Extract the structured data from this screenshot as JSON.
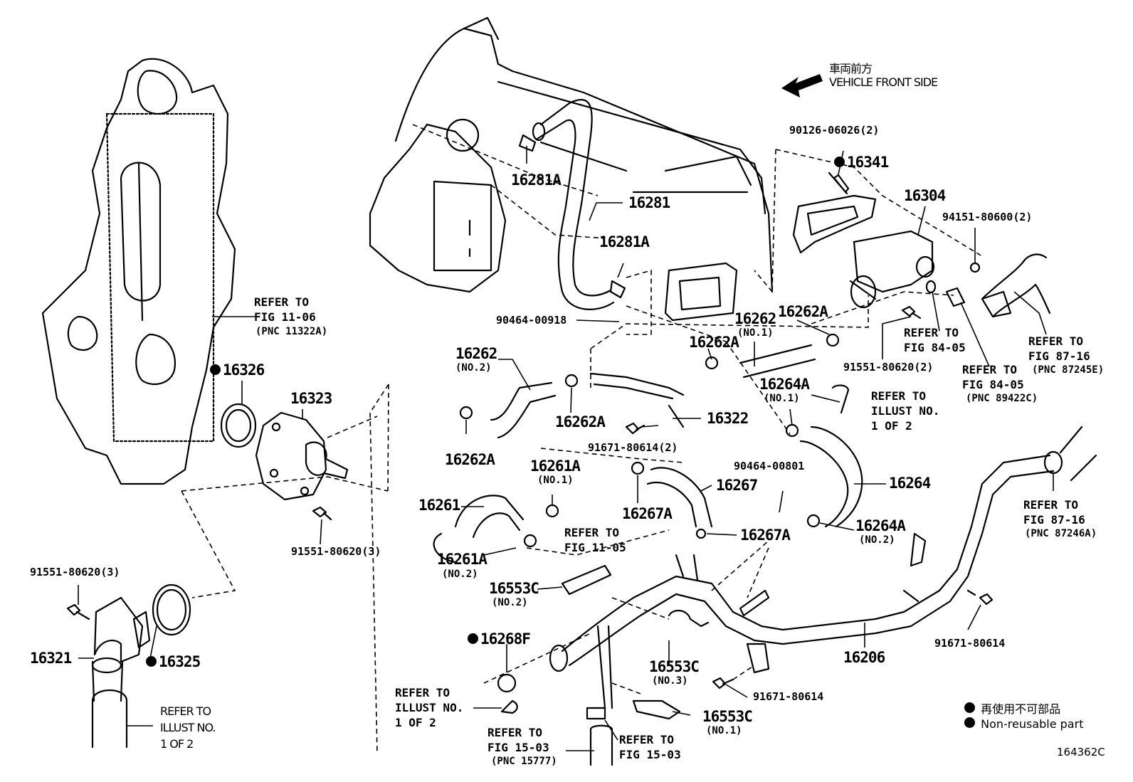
{
  "header": {
    "arrow_label_jp": "車両前方",
    "arrow_label_en": "VEHICLE FRONT SIDE"
  },
  "parts": {
    "p16281A_top": "16281A",
    "p16281": "16281",
    "p16281A_mid": "16281A",
    "p90464_00918": "90464-00918",
    "p90126": "90126-06026(2)",
    "p16341": "16341",
    "p16304": "16304",
    "p94151": "94151-80600(2)",
    "p16262_no1": "16262",
    "p16262_no1_sub": "(NO.1)",
    "p16262A_r": "16262A",
    "p16262A_m": "16262A",
    "p91551_2": "91551-80620(2)",
    "p16326": "16326",
    "p16323": "16323",
    "p16262_no2": "16262",
    "p16262_no2_sub": "(NO.2)",
    "p16262A_a": "16262A",
    "p16262A_b": "16262A",
    "p16322": "16322",
    "p91671_2": "91671-80614(2)",
    "p16264A_no1": "16264A",
    "p16264A_no1_sub": "(NO.1)",
    "p16264": "16264",
    "p90464_00801": "90464-00801",
    "p16267": "16267",
    "p16267A_a": "16267A",
    "p16267A_b": "16267A",
    "p16264A_no2": "16264A",
    "p16264A_no2_sub": "(NO.2)",
    "p16261A_no1": "16261A",
    "p16261A_no1_sub": "(NO.1)",
    "p16261": "16261",
    "p16261A_no2": "16261A",
    "p16261A_no2_sub": "(NO.2)",
    "p91551_3_a": "91551-80620(3)",
    "p91551_3_b": "91551-80620(3)",
    "p16553C_no2": "16553C",
    "p16553C_no2_sub": "(NO.2)",
    "p16268F": "16268F",
    "p16553C_no3": "16553C",
    "p16553C_no3_sub": "(NO.3)",
    "p16206": "16206",
    "p91671_a": "91671-80614",
    "p91671_b": "91671-80614",
    "p16553C_no1": "16553C",
    "p16553C_no1_sub": "(NO.1)",
    "p16321": "16321",
    "p16325": "16325"
  },
  "refs": {
    "r_fig1106": "REFER TO\nFIG 11-06",
    "r_fig1106_pnc": "(PNC 11322A)",
    "r_fig8405_a": "REFER TO\nFIG 84-05",
    "r_fig8405_b": "REFER TO\nFIG 84-05",
    "r_fig8405_b_pnc": "(PNC 89422C)",
    "r_fig8716_a": "REFER TO\nFIG 87-16",
    "r_fig8716_a_pnc": "(PNC 87245E)",
    "r_illust_a": "REFER TO\nILLUST NO.\n1 OF 2",
    "r_fig1105": "REFER TO\nFIG 11-05",
    "r_fig8716_b": "REFER TO\nFIG 87-16",
    "r_fig8716_b_pnc": "(PNC 87246A)",
    "r_illust_b": "REFER TO\nILLUST NO.\n1 OF 2",
    "r_fig1503_a": "REFER TO\nFIG 15-03",
    "r_fig1503_a_pnc": "(PNC 15777)",
    "r_fig1503_b": "REFER TO\nFIG 15-03",
    "r_illust_c": "REFER TO\nILLUST NO.\n1 OF 2"
  },
  "legend": {
    "jp": "再使用不可部品",
    "en": "Non-reusable part"
  },
  "diagram_code": "164362C"
}
